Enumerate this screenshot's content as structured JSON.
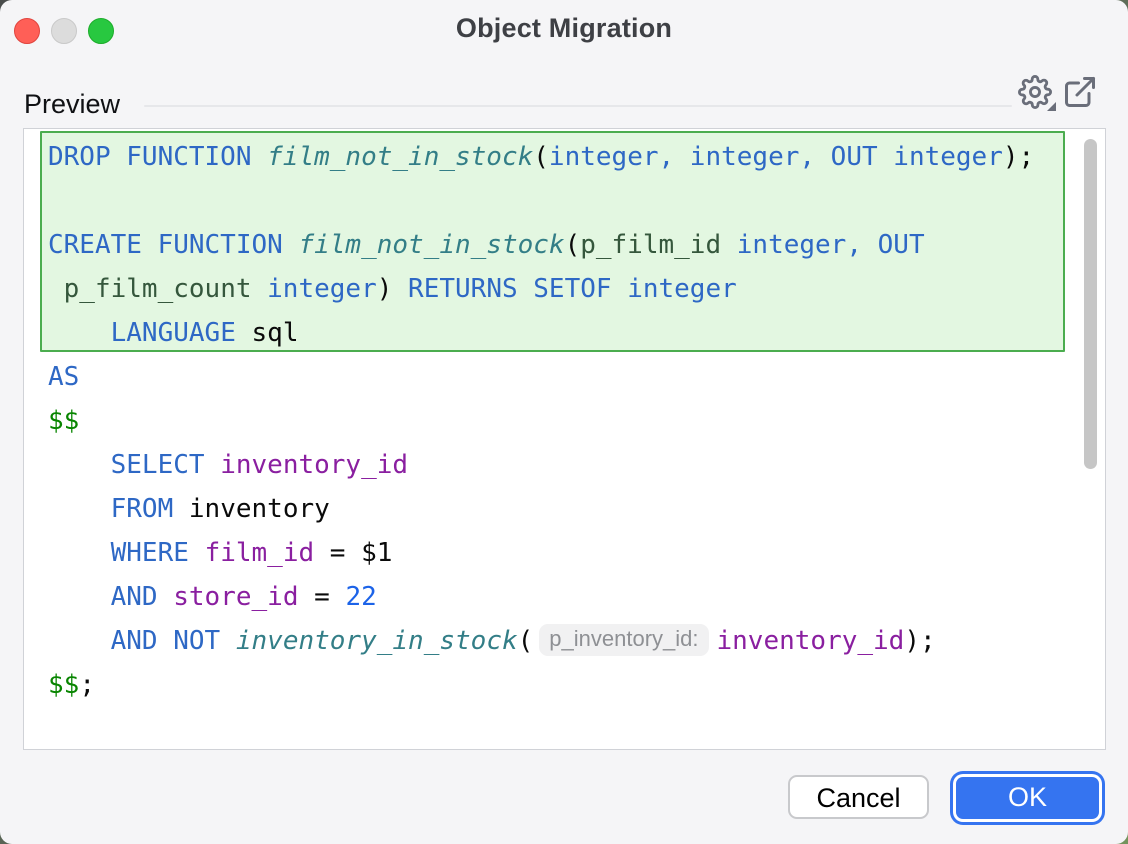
{
  "window": {
    "title": "Object Migration"
  },
  "preview": {
    "label": "Preview"
  },
  "editor": {
    "language": "sql",
    "inline_hint": "p_inventory_id:",
    "highlight": {
      "description": "changed-statement highlight over lines 1-5",
      "background": "#e3f7e1",
      "border": "#4bad4f"
    },
    "lines": [
      [
        {
          "c": "kw",
          "t": "DROP FUNCTION "
        },
        {
          "c": "fn",
          "t": "film_not_in_stock"
        },
        {
          "c": "pl",
          "t": "("
        },
        {
          "c": "kw",
          "t": "integer, integer, OUT integer"
        },
        {
          "c": "pl",
          "t": ");"
        }
      ],
      [],
      [
        {
          "c": "kw",
          "t": "CREATE FUNCTION "
        },
        {
          "c": "fn",
          "t": "film_not_in_stock"
        },
        {
          "c": "pl",
          "t": "("
        },
        {
          "c": "prm",
          "t": "p_film_id"
        },
        {
          "c": "pl",
          "t": " "
        },
        {
          "c": "kw",
          "t": "integer,"
        },
        {
          "c": "pl",
          "t": " "
        },
        {
          "c": "kw",
          "t": "OUT"
        }
      ],
      [
        {
          "c": "pl",
          "t": " "
        },
        {
          "c": "prm",
          "t": "p_film_count"
        },
        {
          "c": "pl",
          "t": " "
        },
        {
          "c": "kw",
          "t": "integer"
        },
        {
          "c": "pl",
          "t": ") "
        },
        {
          "c": "kw",
          "t": "RETURNS SETOF integer"
        }
      ],
      [
        {
          "c": "pl",
          "t": "    "
        },
        {
          "c": "kw",
          "t": "LANGUAGE"
        },
        {
          "c": "pl",
          "t": " sql"
        }
      ],
      [
        {
          "c": "kw",
          "t": "AS"
        }
      ],
      [
        {
          "c": "str",
          "t": "$$"
        }
      ],
      [
        {
          "c": "pl",
          "t": "    "
        },
        {
          "c": "kw",
          "t": "SELECT"
        },
        {
          "c": "pl",
          "t": " "
        },
        {
          "c": "col",
          "t": "inventory_id"
        }
      ],
      [
        {
          "c": "pl",
          "t": "    "
        },
        {
          "c": "kw",
          "t": "FROM"
        },
        {
          "c": "pl",
          "t": " inventory"
        }
      ],
      [
        {
          "c": "pl",
          "t": "    "
        },
        {
          "c": "kw",
          "t": "WHERE"
        },
        {
          "c": "pl",
          "t": " "
        },
        {
          "c": "col",
          "t": "film_id"
        },
        {
          "c": "pl",
          "t": " = $1"
        }
      ],
      [
        {
          "c": "pl",
          "t": "    "
        },
        {
          "c": "kw",
          "t": "AND"
        },
        {
          "c": "pl",
          "t": " "
        },
        {
          "c": "col",
          "t": "store_id"
        },
        {
          "c": "pl",
          "t": " = "
        },
        {
          "c": "num",
          "t": "22"
        }
      ],
      [
        {
          "c": "pl",
          "t": "    "
        },
        {
          "c": "kw",
          "t": "AND NOT"
        },
        {
          "c": "pl",
          "t": " "
        },
        {
          "c": "fn",
          "t": "inventory_in_stock"
        },
        {
          "c": "pl",
          "t": "("
        },
        {
          "c": "hint",
          "t": "p_inventory_id:"
        },
        {
          "c": "col",
          "t": "inventory_id"
        },
        {
          "c": "pl",
          "t": ");"
        }
      ],
      [
        {
          "c": "str",
          "t": "$$"
        },
        {
          "c": "pl",
          "t": ";"
        }
      ]
    ],
    "syntax_colors": {
      "keyword": "#2e68c5",
      "function_italic_teal": "#337e87",
      "column_purple": "#8a1fa0",
      "dollar_quote_green": "#088500",
      "number_blue": "#1c63e8",
      "parameter_dark_green": "#35573c",
      "plain": "#0a0a0a",
      "hint_text": "#8e9094",
      "hint_background": "#f1f1f2"
    }
  },
  "buttons": {
    "cancel": "Cancel",
    "ok": "OK",
    "ok_accent": "#3574F0"
  },
  "icons": {
    "gear": "settings with dropdown caret",
    "open": "open preview in new window"
  }
}
